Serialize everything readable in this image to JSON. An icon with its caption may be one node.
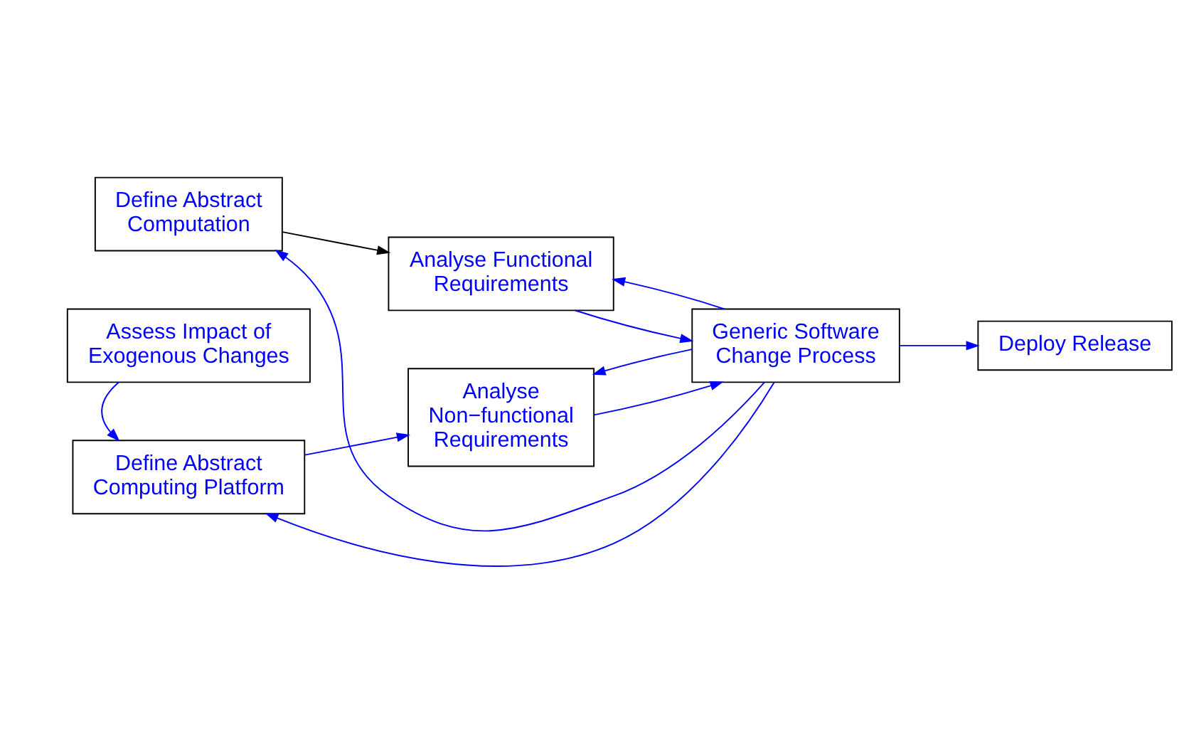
{
  "diagram": {
    "nodes": [
      {
        "text": [
          "Define Abstract Computation"
        ]
      },
      {
        "text": [
          "Analyse Functional Requirements"
        ]
      },
      {
        "text": [
          "Generic Software Change Process"
        ]
      },
      {
        "text": [
          "Deploy Release"
        ]
      },
      {
        "text": [
          "Define Abstract Computing Platform"
        ]
      },
      {
        "text": [
          "Analyse Non−functional Requirements"
        ]
      },
      {
        "text": [
          "Assess Impact of Exogenous Changes"
        ]
      }
    ],
    "edges": [
      {
        "from": 0,
        "to": 1,
        "arrow": "to",
        "color": "#000000"
      },
      {
        "from": 1,
        "to": 2,
        "arrow": "to"
      },
      {
        "from": 2,
        "to": 1,
        "arrow": "to"
      },
      {
        "from": 2,
        "to": 0,
        "arrow": "to"
      },
      {
        "from": 2,
        "to": 3,
        "arrow": "to"
      },
      {
        "from": 4,
        "to": 5,
        "arrow": "to"
      },
      {
        "from": 5,
        "to": 2,
        "arrow": "to"
      },
      {
        "from": 2,
        "to": 5,
        "arrow": "to"
      },
      {
        "from": 2,
        "to": 4,
        "arrow": "to"
      },
      {
        "from": 6,
        "to": 4,
        "arrow": "to"
      }
    ]
  }
}
